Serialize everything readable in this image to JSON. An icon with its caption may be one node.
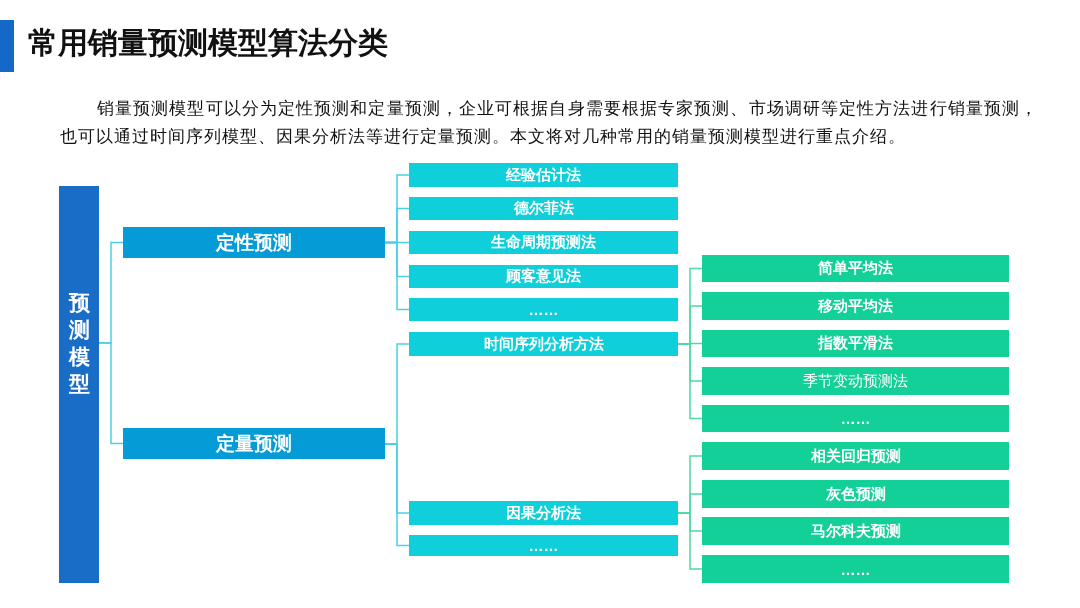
{
  "diagram": {
    "title": "常用销量预测模型算法分类",
    "nodes": [
      {
        "text": [
          "预测模型"
        ]
      },
      {
        "text": [
          "定性预测"
        ]
      },
      {
        "text": [
          "定量预测"
        ]
      },
      {
        "text": [
          "经验估计法"
        ]
      },
      {
        "text": [
          "德尔菲法"
        ]
      },
      {
        "text": [
          "生命周期预测法"
        ]
      },
      {
        "text": [
          "顾客意见法"
        ]
      },
      {
        "text": [
          "……"
        ]
      },
      {
        "text": [
          "时间序列分析方法"
        ]
      },
      {
        "text": [
          "因果分析法"
        ]
      },
      {
        "text": [
          "……"
        ]
      },
      {
        "text": [
          "简单平均法"
        ]
      },
      {
        "text": [
          "移动平均法"
        ]
      },
      {
        "text": [
          "指数平滑法"
        ]
      },
      {
        "text": [
          "季节变动预测法"
        ]
      },
      {
        "text": [
          "……"
        ]
      },
      {
        "text": [
          "相关回归预测"
        ]
      },
      {
        "text": [
          "灰色预测"
        ]
      },
      {
        "text": [
          "马尔科夫预测"
        ]
      },
      {
        "text": [
          "……"
        ]
      }
    ],
    "edges": [
      {
        "from": 0,
        "to": 1,
        "arrow": "none"
      },
      {
        "from": 0,
        "to": 2,
        "arrow": "none"
      },
      {
        "from": 1,
        "to": 3,
        "arrow": "none"
      },
      {
        "from": 1,
        "to": 4,
        "arrow": "none"
      },
      {
        "from": 1,
        "to": 5,
        "arrow": "none"
      },
      {
        "from": 1,
        "to": 6,
        "arrow": "none"
      },
      {
        "from": 1,
        "to": 7,
        "arrow": "none"
      },
      {
        "from": 2,
        "to": 8,
        "arrow": "none"
      },
      {
        "from": 2,
        "to": 9,
        "arrow": "none"
      },
      {
        "from": 2,
        "to": 10,
        "arrow": "none"
      },
      {
        "from": 8,
        "to": 11,
        "arrow": "none",
        "color": "#4fd8aa"
      },
      {
        "from": 8,
        "to": 12,
        "arrow": "none",
        "color": "#4fd8aa"
      },
      {
        "from": 8,
        "to": 13,
        "arrow": "none",
        "color": "#4fd8aa"
      },
      {
        "from": 8,
        "to": 14,
        "arrow": "none",
        "color": "#4fd8aa"
      },
      {
        "from": 8,
        "to": 15,
        "arrow": "none",
        "color": "#4fd8aa"
      },
      {
        "from": 9,
        "to": 16,
        "arrow": "none",
        "color": "#4fd8aa"
      },
      {
        "from": 9,
        "to": 17,
        "arrow": "none",
        "color": "#4fd8aa"
      },
      {
        "from": 9,
        "to": 18,
        "arrow": "none",
        "color": "#4fd8aa"
      },
      {
        "from": 9,
        "to": 19,
        "arrow": "none",
        "color": "#4fd8aa"
      }
    ],
    "labels": [
      "销量预测模型可以分为定性预测和定量预测，企业可根据自身需要根据专家预测、市场调研等定性方法进行销量预测，也可以通过时间序列模型、因果分析法等进行定量预测。本文将对几种常用的销量预测模型进行重点介绍。"
    ]
  }
}
